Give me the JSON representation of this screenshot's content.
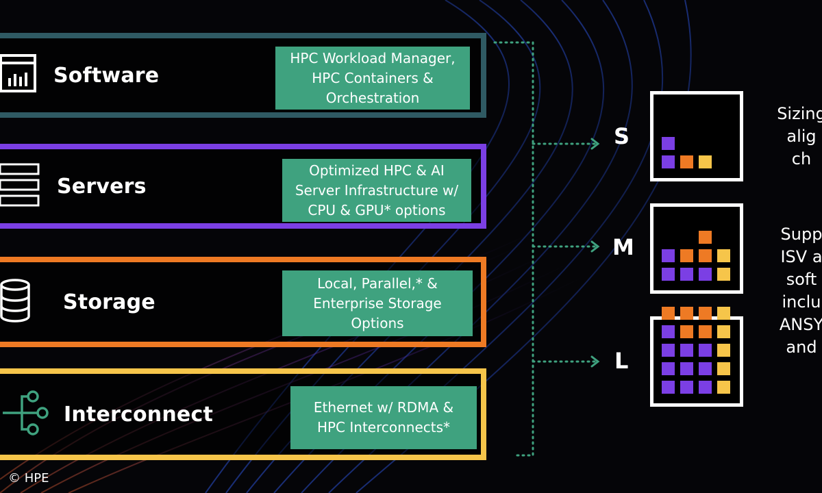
{
  "rows": [
    {
      "id": "software",
      "label": "Software",
      "detail": [
        "HPC Workload Manager,",
        "HPC Containers &",
        "Orchestration"
      ],
      "color": "#2f5a63",
      "icon": "software-monitor-icon"
    },
    {
      "id": "servers",
      "label": "Servers",
      "detail": [
        "Optimized HPC & AI",
        "Server Infrastructure w/",
        "CPU & GPU* options"
      ],
      "color": "#7b3fe4",
      "icon": "server-rack-icon"
    },
    {
      "id": "storage",
      "label": "Storage",
      "detail": [
        "Local, Parallel,* &",
        "Enterprise Storage",
        "Options"
      ],
      "color": "#ee7a24",
      "icon": "database-icon"
    },
    {
      "id": "interconnect",
      "label": "Interconnect",
      "detail": [
        "Ethernet w/ RDMA &",
        "HPC Interconnects*"
      ],
      "color": "#f6c54a",
      "icon": "network-node-icon"
    }
  ],
  "tiers": [
    {
      "letter": "S",
      "grid": [
        [
          "",
          "",
          "",
          ""
        ],
        [
          "",
          "",
          "",
          ""
        ],
        [
          "",
          "",
          "",
          ""
        ],
        [
          "p",
          "",
          "",
          ""
        ],
        [
          "p",
          "o",
          "y",
          ""
        ]
      ]
    },
    {
      "letter": "M",
      "grid": [
        [
          "",
          "",
          "",
          ""
        ],
        [
          "",
          "",
          "o",
          ""
        ],
        [
          "p",
          "o",
          "o",
          "y"
        ],
        [
          "p",
          "p",
          "p",
          "y"
        ]
      ]
    },
    {
      "letter": "L",
      "grid": [
        [
          "o",
          "o",
          "o",
          "y"
        ],
        [
          "p",
          "o",
          "o",
          "y"
        ],
        [
          "p",
          "p",
          "p",
          "y"
        ],
        [
          "p",
          "p",
          "p",
          "y"
        ],
        [
          "p",
          "p",
          "p",
          "y"
        ]
      ]
    }
  ],
  "side_texts": [
    [
      "Sizing",
      "alig",
      "ch"
    ],
    [
      "Supp",
      "ISV a",
      "soft",
      "inclu",
      "ANSY",
      "and"
    ]
  ],
  "colors": {
    "purple": "#7b3fe4",
    "orange": "#ee7a24",
    "yellow": "#f6c54a",
    "green": "#3fa27f",
    "connector": "#3fa27f"
  },
  "copyright": "© HPE"
}
